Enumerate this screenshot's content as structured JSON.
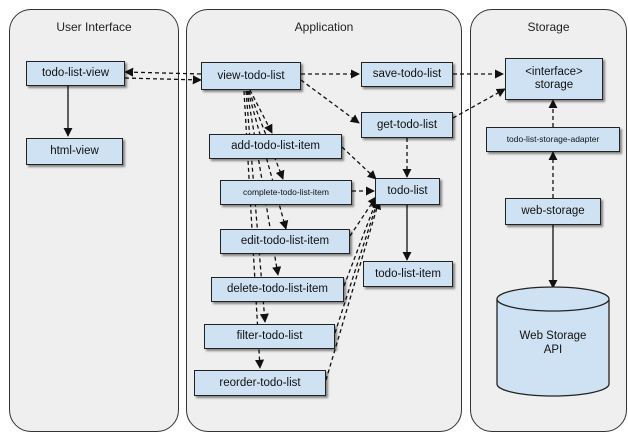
{
  "panels": {
    "ui": "User Interface",
    "app": "Application",
    "storage": "Storage"
  },
  "nodes": {
    "todo_list_view": "todo-list-view",
    "html_view": "html-view",
    "view_todo_list": "view-todo-list",
    "save_todo_list": "save-todo-list",
    "get_todo_list": "get-todo-list",
    "add_todo_list_item": "add-todo-list-item",
    "complete_todo_list_item": "complete-todo-list-item",
    "edit_todo_list_item": "edit-todo-list-item",
    "delete_todo_list_item": "delete-todo-list-item",
    "filter_todo_list": "filter-todo-list",
    "reorder_todo_list": "reorder-todo-list",
    "todo_list": "todo-list",
    "todo_list_item": "todo-list-item",
    "interface_storage_line1": "<interface>",
    "interface_storage_line2": "storage",
    "todo_list_storage_adapter": "todo-list-storage-adapter",
    "web_storage": "web-storage",
    "web_storage_api_line1": "Web Storage",
    "web_storage_api_line2": "API"
  },
  "colors": {
    "box_fill": "#cfe2f3",
    "panel_fill": "#efefef",
    "stroke": "#222222"
  }
}
